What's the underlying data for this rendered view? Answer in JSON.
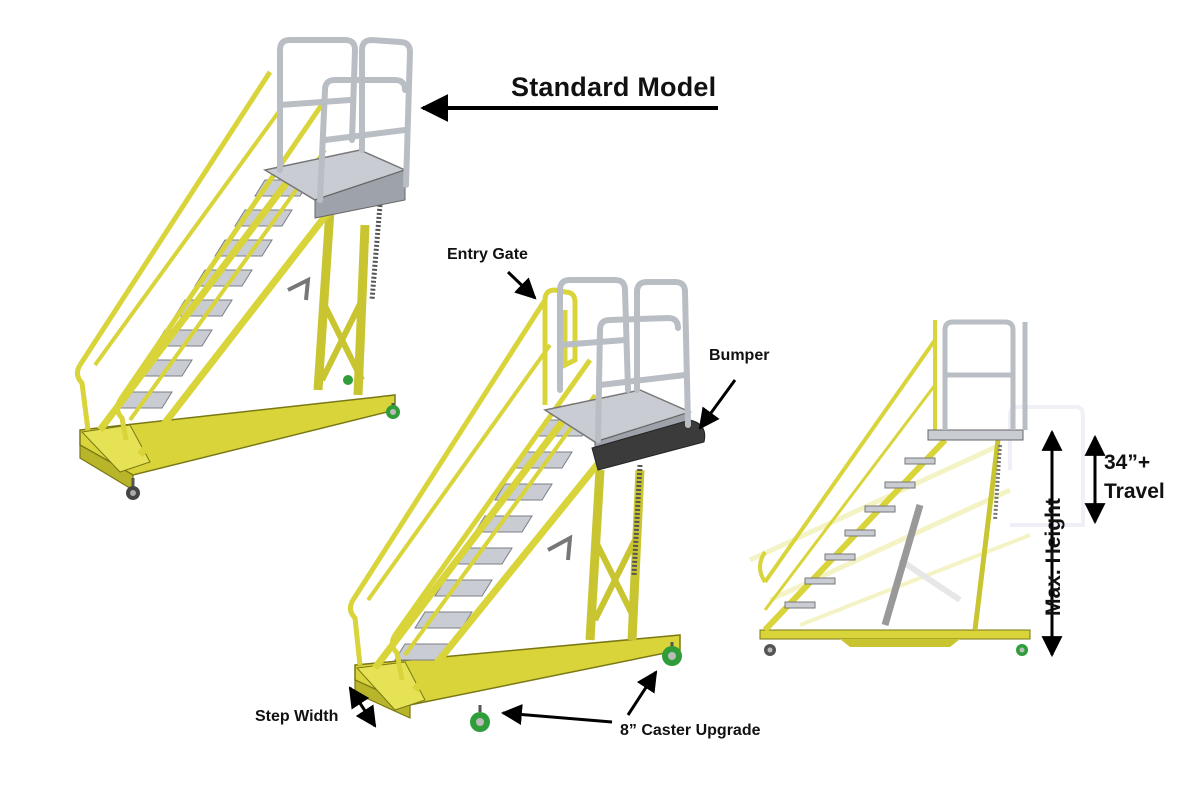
{
  "labels": {
    "standard_model": "Standard Model",
    "entry_gate": "Entry Gate",
    "bumper": "Bumper",
    "travel_line1": "34”+",
    "travel_line2": "Travel",
    "max_height": "Max. Height",
    "step_width": "Step Width",
    "caster_upgrade": "8” Caster Upgrade"
  },
  "colors": {
    "frame": "#d8d43a",
    "frame_dark": "#9c9a1e",
    "frame_light": "#ecea78",
    "steel": "#c9ccd2",
    "steel_dark": "#8b8f97",
    "bumper": "#3b3b3b",
    "wheel_green": "#2f9e3a",
    "arrow": "#000000",
    "ghost": "#eeee9a"
  }
}
